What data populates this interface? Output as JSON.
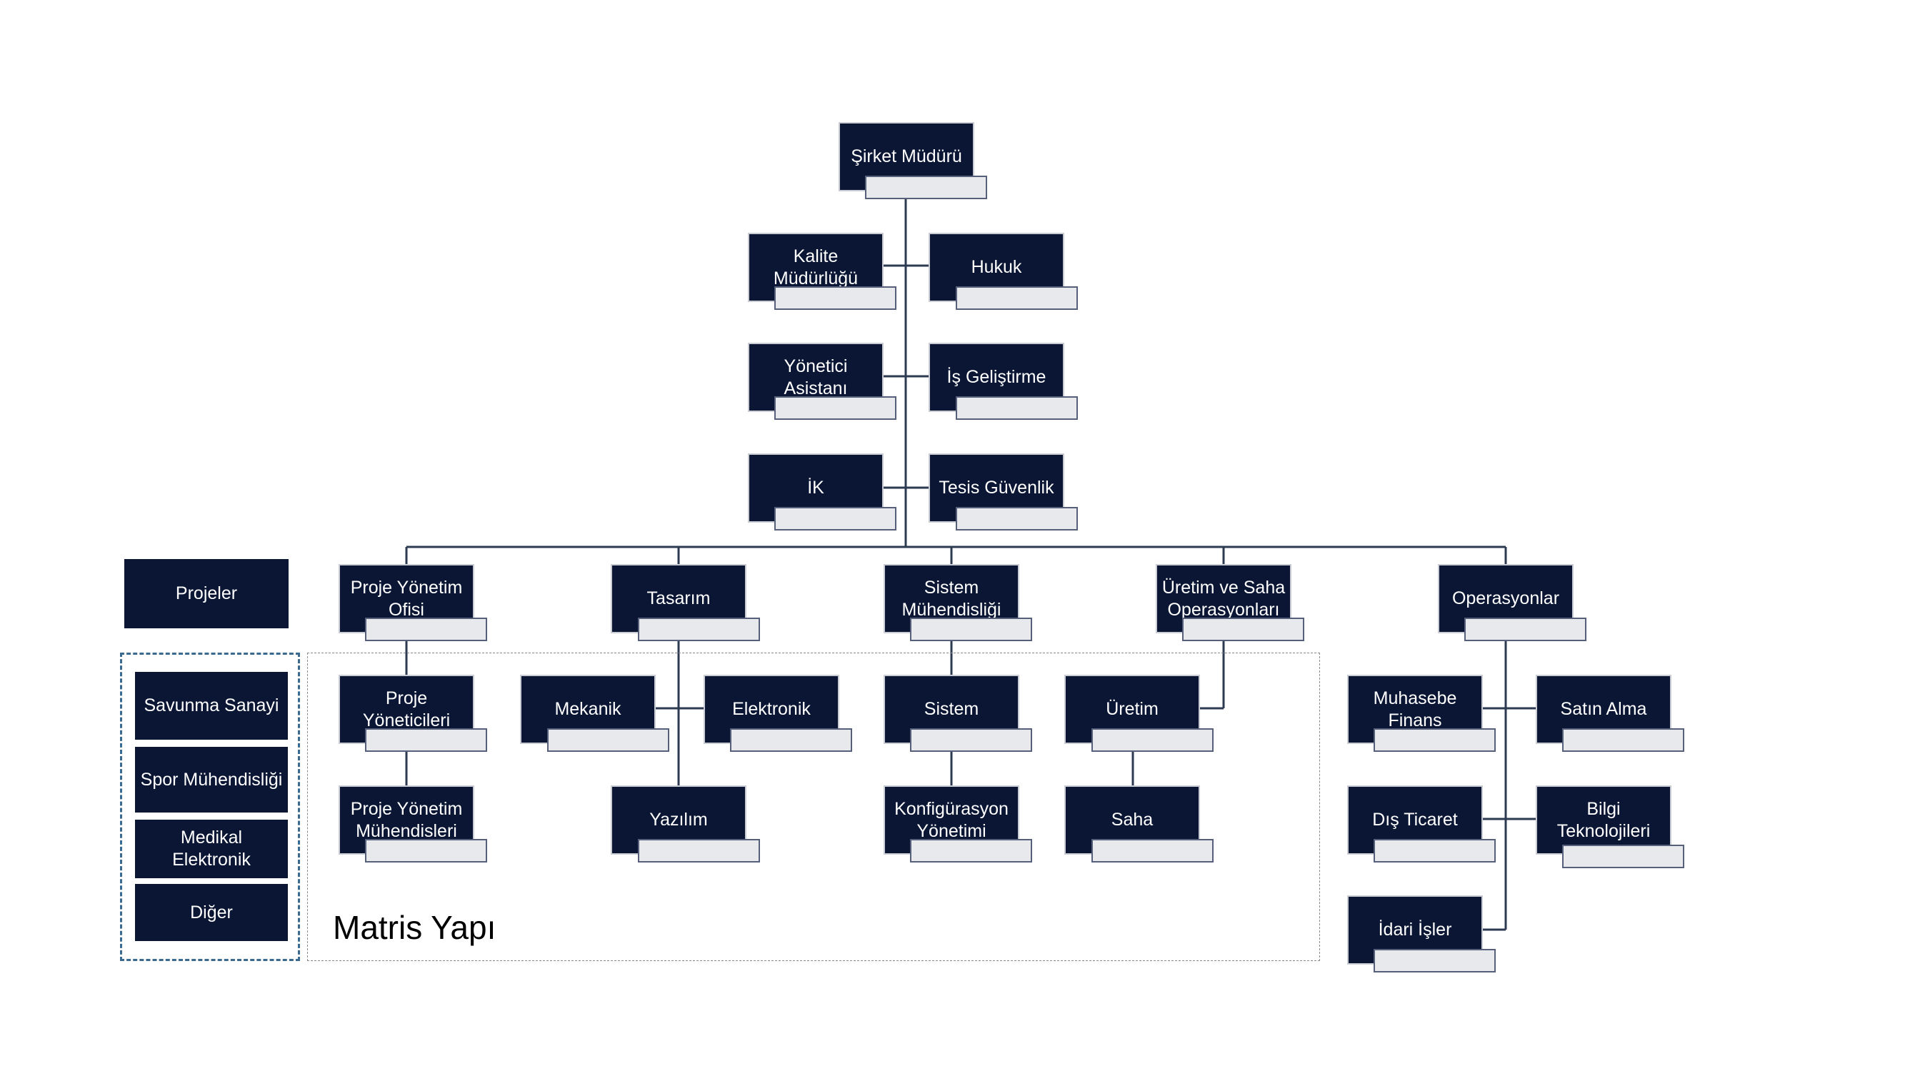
{
  "nodes": {
    "ceo": "Şirket Müdürü",
    "kalite": "Kalite\nMüdürlüğü",
    "hukuk": "Hukuk",
    "yonetici_asistani": "Yönetici\nAsistanı",
    "is_gelistirme": "İş Geliştirme",
    "ik": "İK",
    "tesis_guvenlik": "Tesis Güvenlik",
    "pyo": "Proje Yönetim\nOfisi",
    "tasarim": "Tasarım",
    "sistem_muh": "Sistem\nMühendisliği",
    "uretim_saha": "Üretim ve Saha\nOperasyonları",
    "operasyonlar": "Operasyonlar",
    "proje_yoneticileri": "Proje\nYöneticileri",
    "proje_yonetim_muh": "Proje Yönetim\nMühendisleri",
    "mekanik": "Mekanik",
    "elektronik": "Elektronik",
    "yazilim": "Yazılım",
    "sistem": "Sistem",
    "konfigurasyon": "Konfigürasyon\nYönetimi",
    "uretim": "Üretim",
    "saha": "Saha",
    "muhasebe": "Muhasebe\nFinans",
    "satin_alma": "Satın Alma",
    "dis_ticaret": "Dış Ticaret",
    "bilgi_tek": "Bilgi\nTeknolojileri",
    "idari_isler": "İdari İşler"
  },
  "projects": {
    "header": "Projeler",
    "items": [
      "Savunma Sanayi",
      "Spor Mühendisliği",
      "Medikal\nElektronik",
      "Diğer"
    ]
  },
  "matrix_label": "Matris Yapı",
  "colors": {
    "box_fill": "#0a1634",
    "connector": "#2c3a52",
    "tag_fill": "#e8e9ec",
    "project_border": "#3a6a8f"
  }
}
